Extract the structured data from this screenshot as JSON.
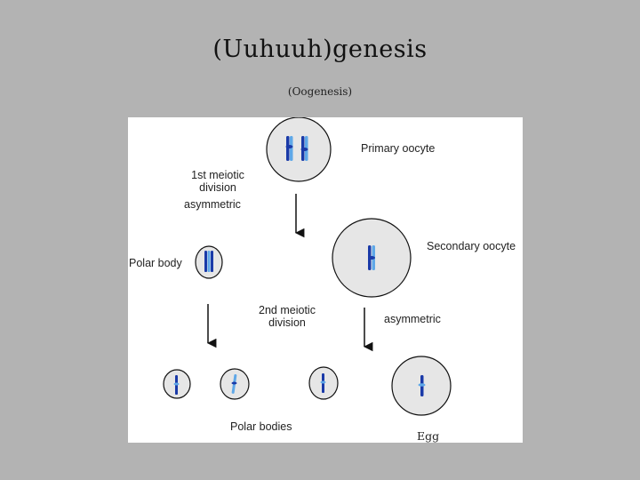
{
  "slide": {
    "title": "(Uuhuuh)genesis",
    "subtitle": "(Oogenesis)"
  },
  "diagram": {
    "labels": {
      "primary_oocyte": "Primary oocyte",
      "first_meiotic_line1": "1st meiotic",
      "first_meiotic_line2": "division",
      "asymmetric_1": "asymmetric",
      "secondary_oocyte": "Secondary oocyte",
      "polar_body": "Polar body",
      "second_meiotic_line1": "2nd meiotic",
      "second_meiotic_line2": "division",
      "asymmetric_2": "asymmetric",
      "polar_bodies": "Polar bodies",
      "egg": "Egg"
    },
    "colors": {
      "cell_fill": "#e6e6e6",
      "cell_stroke": "#111111",
      "chromosome_dark": "#1a3aa8",
      "chromosome_light": "#5fa8e8",
      "arrow": "#111111"
    }
  }
}
